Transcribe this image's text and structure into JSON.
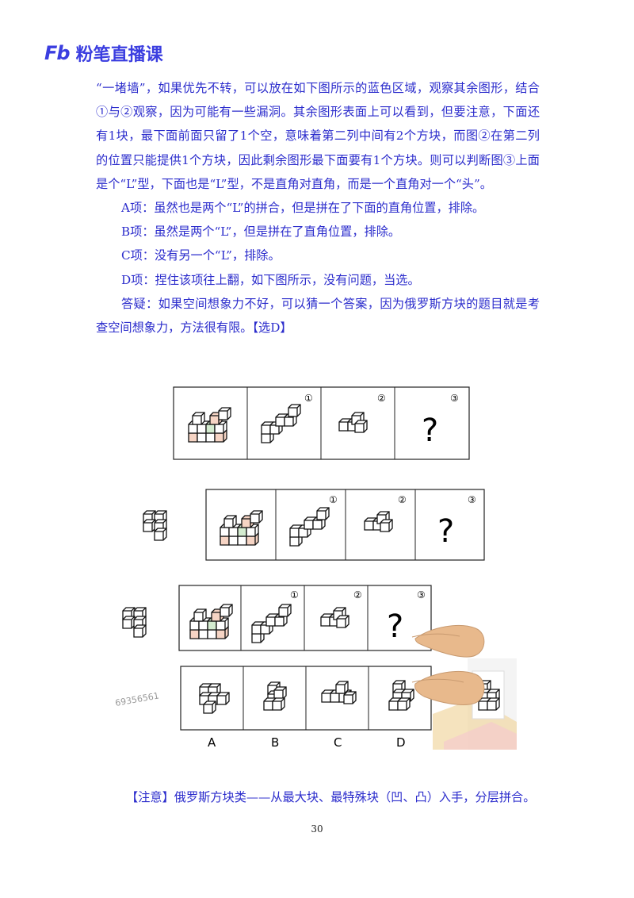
{
  "header": {
    "logo_mark": "Fb",
    "logo_text": "粉笔直播课"
  },
  "paragraphs": [
    "“一堵墙”，如果优先不转，可以放在如下图所示的蓝色区域，观察其余图形，结合①与②观察，因为可能有一些漏洞。其余图形表面上可以看到，但要注意，下面还有1块，最下面前面只留了1个空，意味着第二列中间有2个方块，而图②在第二列的位置只能提供1个方块，因此剩余图形最下面要有1个方块。则可以判断图③上面是个“L”型，下面也是“L”型，不是直角对直角，而是一个直角对一个“头”。",
    "A项：虽然也是两个“L”的拼合，但是拼在了下面的直角位置，排除。",
    "B项：虽然是两个“L”，但是拼在了直角位置，排除。",
    "C项：没有另一个“L”，排除。",
    "D项：捏住该项往上翻，如下图所示，没有问题，当选。",
    "答疑：如果空间想象力不好，可以猜一个答案，因为俄罗斯方块的题目就是考查空间想象力，方法很有限。【选D】"
  ],
  "figure": {
    "panel_marks": [
      "①",
      "②",
      "③"
    ],
    "question_mark": "?",
    "option_labels": [
      "A",
      "B",
      "C",
      "D"
    ],
    "watermark": "69356561",
    "highlight_color": "#f0c8b4",
    "highlight_color_2": "#c8e8c4"
  },
  "note": "【注意】俄罗斯方块类——从最大块、最特殊块（凹、凸）入手，分层拼合。",
  "page_number": "30"
}
